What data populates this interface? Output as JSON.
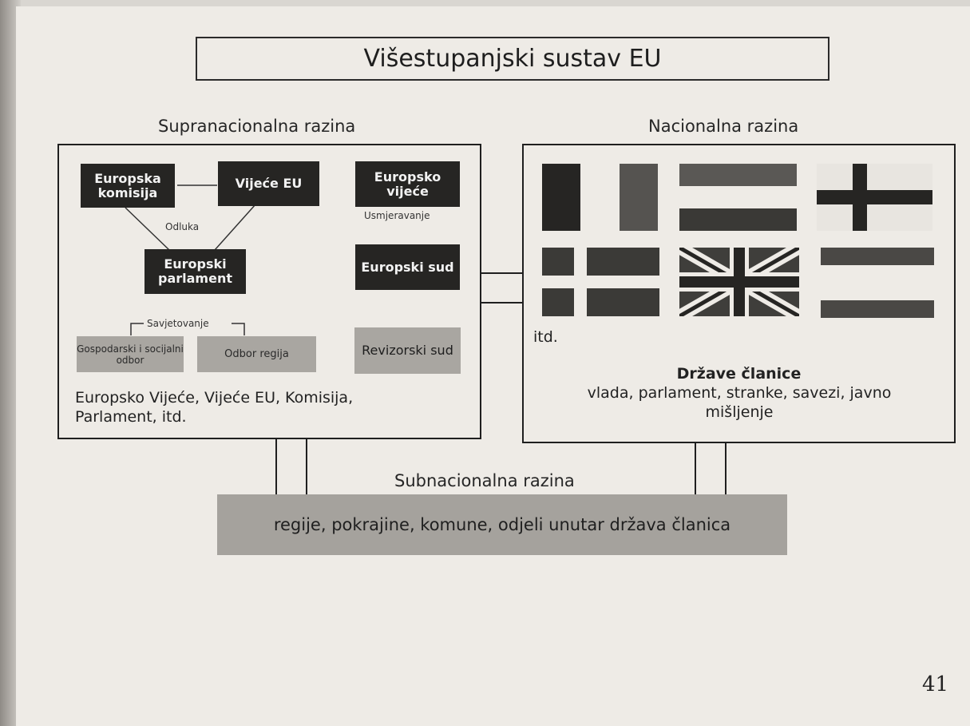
{
  "title": "Višestupanjski sustav EU",
  "supranational": {
    "label": "Supranacionalna razina",
    "institutions": {
      "commission": "Europska komisija",
      "council_eu": "Vijeće EU",
      "parliament": "Europski parlament",
      "european_council": "Europsko vijeće",
      "court": "Europski sud",
      "audit": "Revizorski sud",
      "econ_social": "Gospodarski i socijalni odbor",
      "regions": "Odbor regija"
    },
    "relations": {
      "decision": "Odluka",
      "guidance": "Usmjeravanje",
      "consultation": "Savjetovanje"
    },
    "summary": "Europsko Vijeće, Vijeće EU, Komisija, Parlament, itd."
  },
  "national": {
    "label": "Nacionalna razina",
    "flags_icon": "member-state-flags",
    "etc": "itd.",
    "member_states_title": "Države članice",
    "member_states_desc": "vlada, parlament, stranke, savezi, javno mišljenje"
  },
  "subnational": {
    "label": "Subnacionalna razina",
    "desc": "regije, pokrajine, komune, odjeli unutar država članica"
  },
  "page_number": "41",
  "colors": {
    "dark_box": "#262523",
    "gray_box": "#a9a6a1",
    "paper": "#eeebe6"
  }
}
